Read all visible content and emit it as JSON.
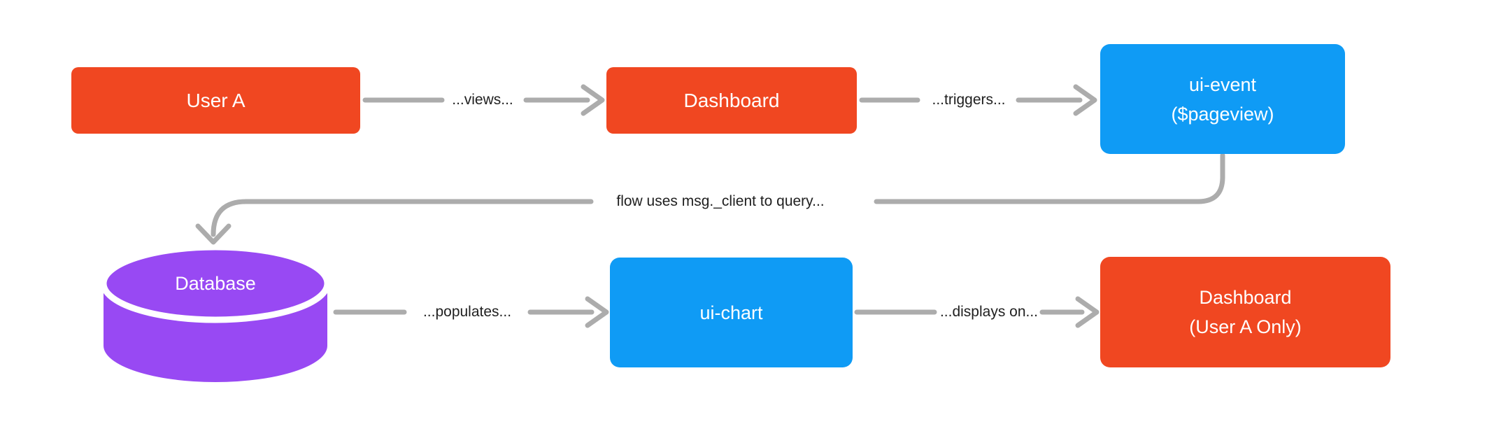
{
  "diagram": {
    "background": "#FFFFFF",
    "colors": {
      "orange": "#F04721",
      "blue": "#0F9BF5",
      "purple": "#9849F3",
      "connector": "#ACACAC",
      "label_text": "#1F1F1F",
      "node_text": "#FFFFFF",
      "cylinder_divider": "#FFFFFF"
    },
    "nodes": [
      {
        "id": "user-a",
        "shape": "rounded-rect",
        "color": "orange",
        "label": "User A"
      },
      {
        "id": "dashboard",
        "shape": "rounded-rect",
        "color": "orange",
        "label": "Dashboard"
      },
      {
        "id": "ui-event",
        "shape": "rounded-rect",
        "color": "blue",
        "label_line1": "ui-event",
        "label_line2": "($pageview)"
      },
      {
        "id": "database",
        "shape": "cylinder",
        "color": "purple",
        "label": "Database"
      },
      {
        "id": "ui-chart",
        "shape": "rounded-rect",
        "color": "blue",
        "label": "ui-chart"
      },
      {
        "id": "dashboard-user-a-only",
        "shape": "rounded-rect",
        "color": "orange",
        "label_line1": "Dashboard",
        "label_line2": "(User A Only)"
      }
    ],
    "edges": [
      {
        "id": "views",
        "from": "user-a",
        "to": "dashboard",
        "label": "...views..."
      },
      {
        "id": "triggers",
        "from": "dashboard",
        "to": "ui-event",
        "label": "...triggers..."
      },
      {
        "id": "query",
        "from": "ui-event",
        "to": "database",
        "label": "flow uses msg._client to query..."
      },
      {
        "id": "populates",
        "from": "database",
        "to": "ui-chart",
        "label": "...populates..."
      },
      {
        "id": "displays-on",
        "from": "ui-chart",
        "to": "dashboard-user-a-only",
        "label": "...displays on..."
      }
    ]
  }
}
